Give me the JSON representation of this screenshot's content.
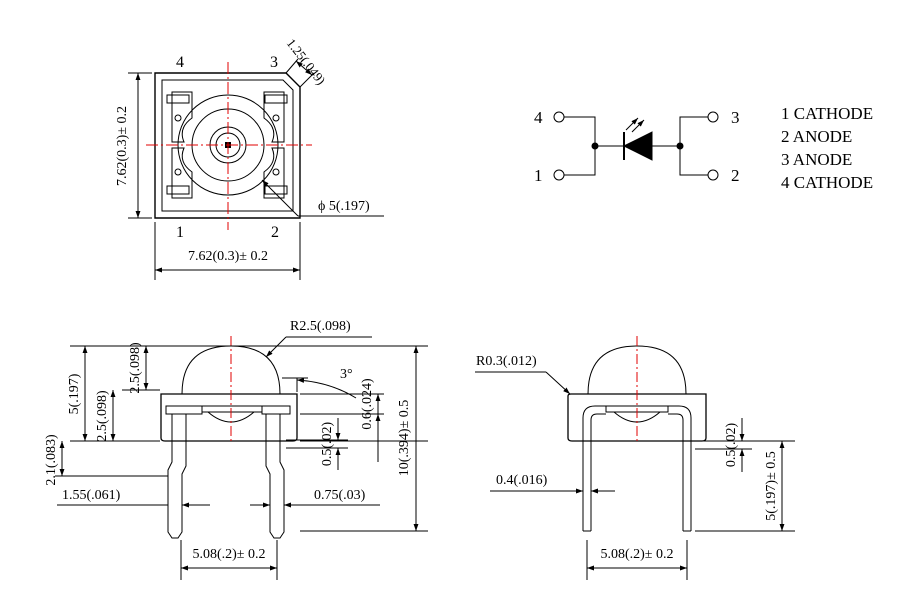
{
  "top_view": {
    "pin_4": "4",
    "pin_3": "3",
    "pin_1": "1",
    "pin_2": "2",
    "chamfer_dim": "1.25(.049)",
    "height_dim": "7.62(0.3)± 0.2",
    "width_dim": "7.62(0.3)± 0.2",
    "lens_dia_dim": "ϕ 5(.197)"
  },
  "schematic": {
    "pin_4": "4",
    "pin_1": "1",
    "pin_3": "3",
    "pin_2": "2"
  },
  "pin_list": [
    "1 CATHODE",
    "2 ANODE",
    "3 ANODE",
    "4 CATHODE"
  ],
  "side_view_left": {
    "radius_dim": "R2.5(.098)",
    "angle_dim": "3°",
    "dim_5": "5(.197)",
    "dim_2_5_top": "2.5(.098)",
    "dim_2_5_body": "2.5(.098)",
    "dim_2_1": "2.1(.083)",
    "dim_0_5": "0.5(.02)",
    "dim_0_6": "0.6(.024)",
    "dim_total": "10(.394)± 0.5",
    "dim_1_55": "1.55(.061)",
    "dim_0_75": "0.75(.03)",
    "dim_pitch": "5.08(.2)± 0.2"
  },
  "side_view_right": {
    "radius_dim": "R0.3(.012)",
    "lead_dim": "0.4(.016)",
    "dim_0_5": "0.5(.02)",
    "dim_5": "5(.197)± 0.5",
    "dim_pitch": "5.08(.2)± 0.2"
  }
}
